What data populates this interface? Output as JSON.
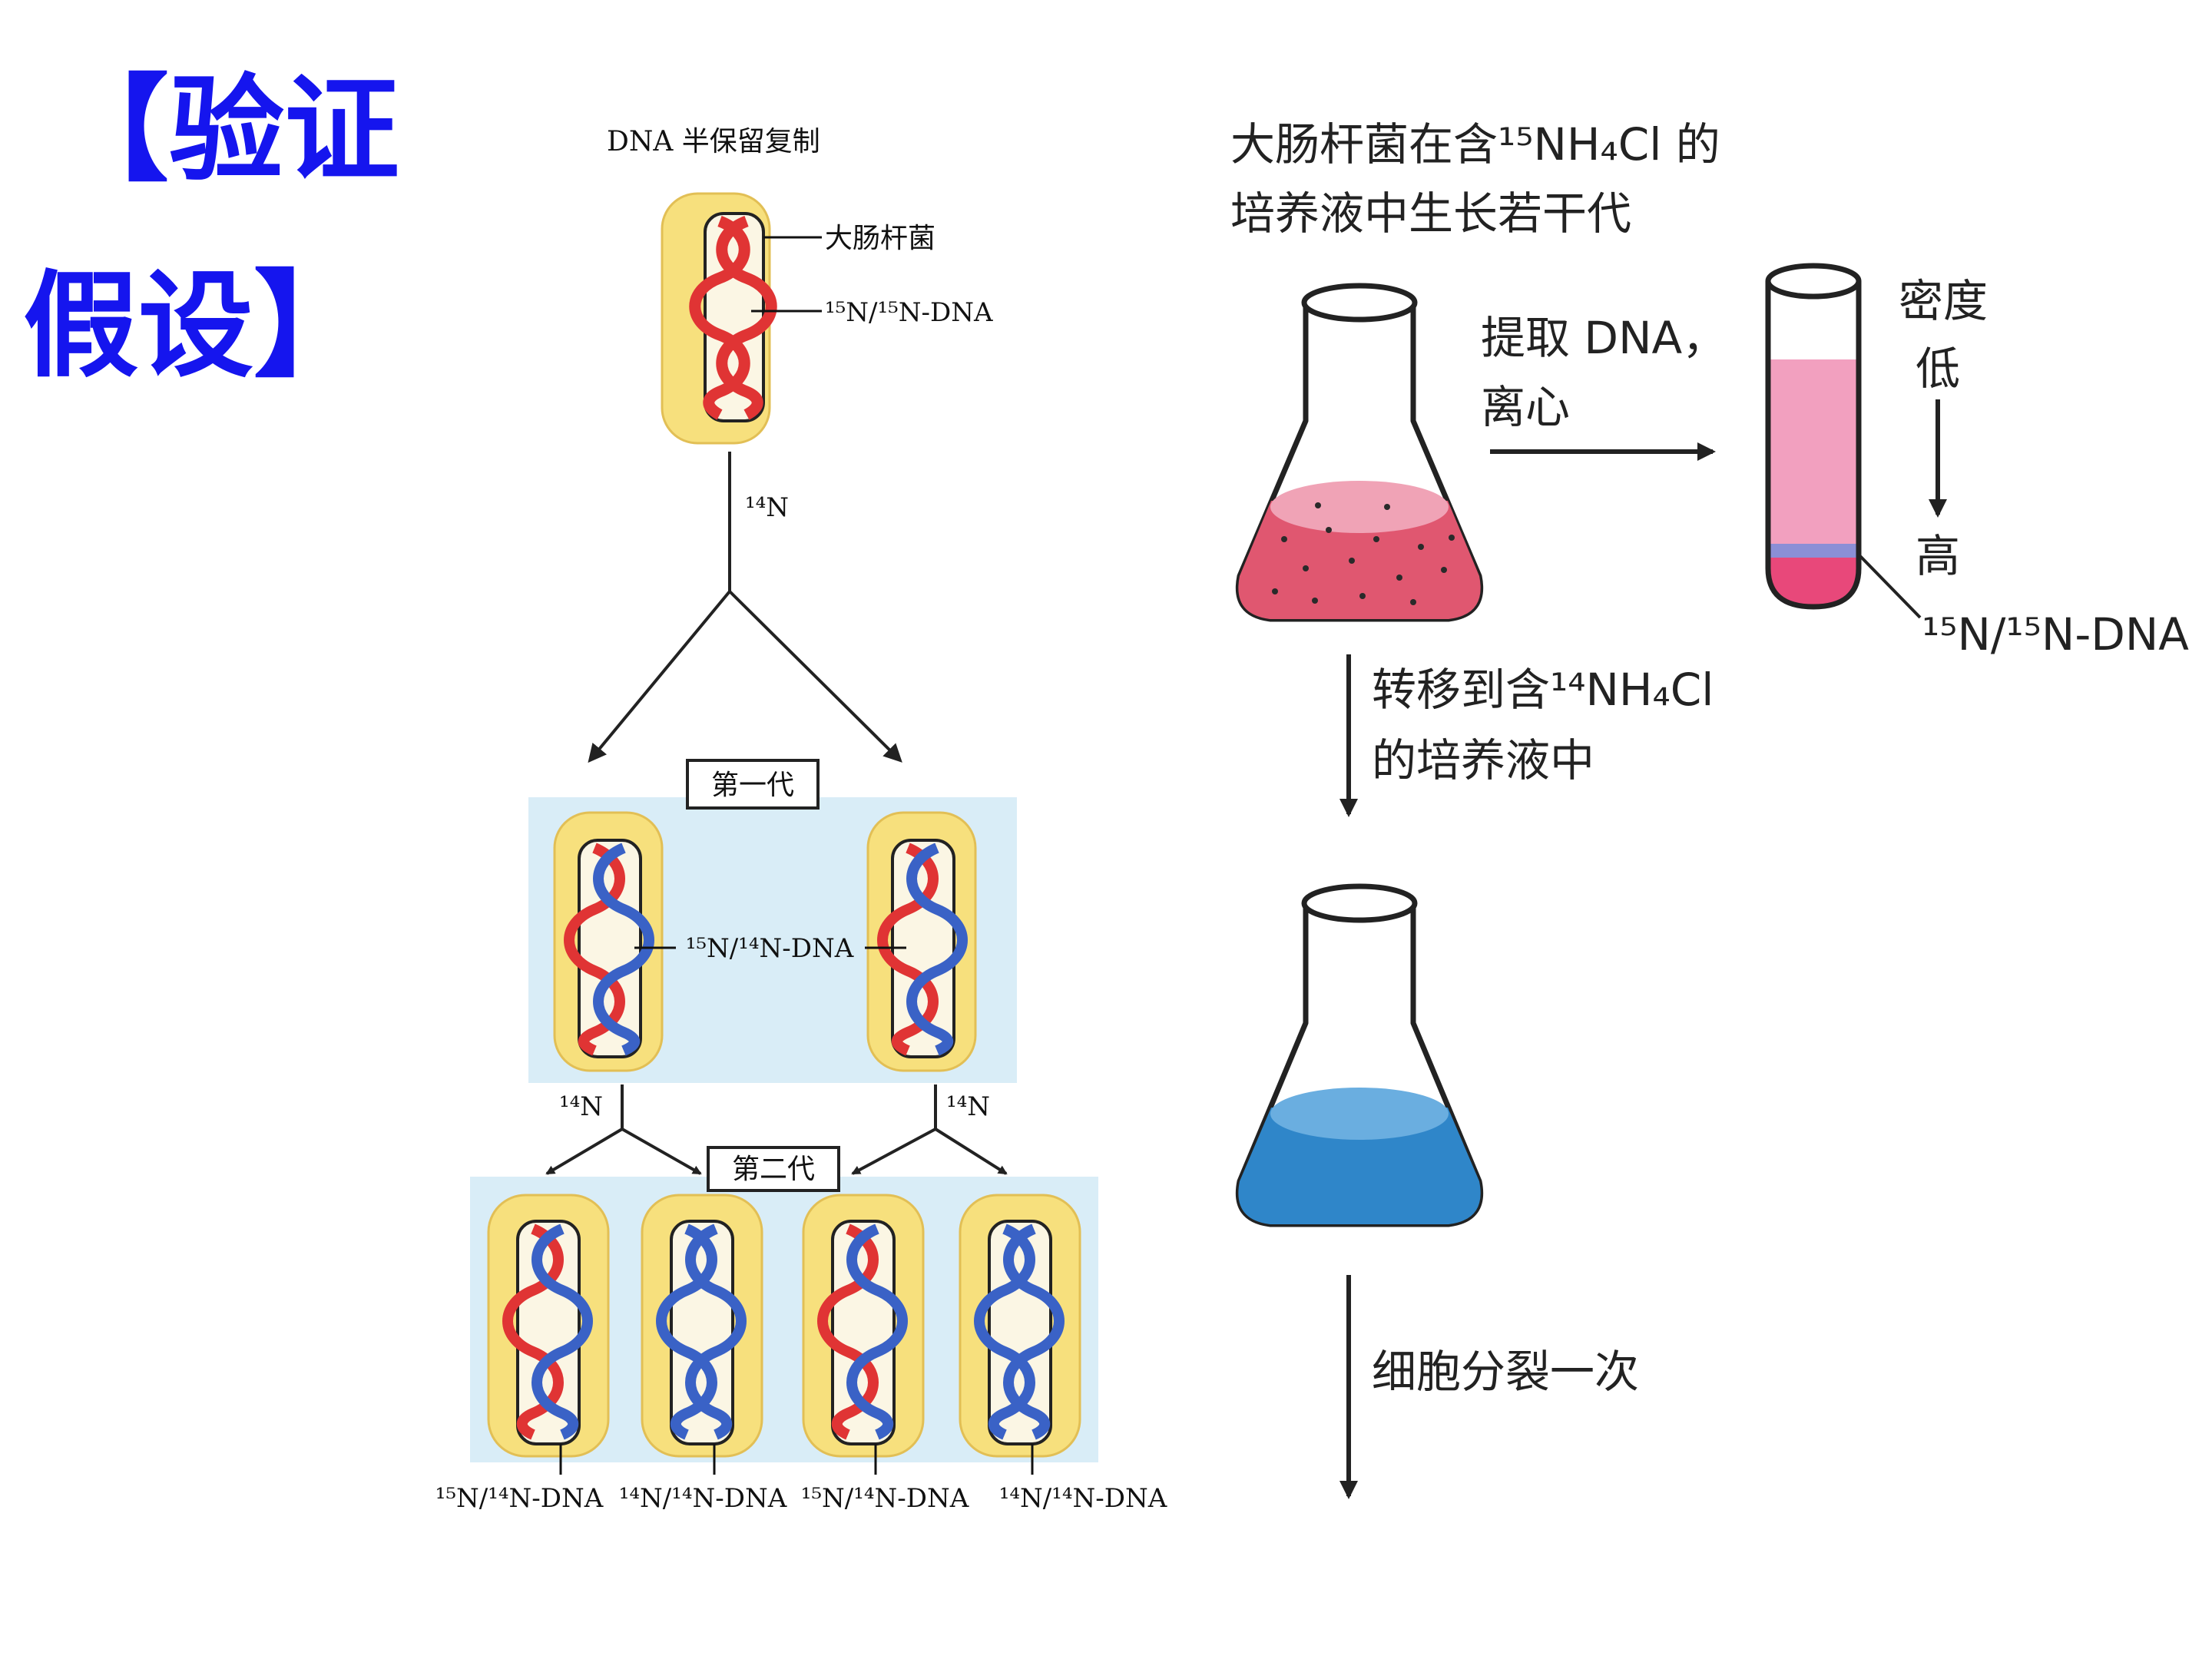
{
  "heading": {
    "line1": "【验证",
    "line2": "假设】"
  },
  "left_diagram": {
    "title": "DNA 半保留复制",
    "parent_label_ecoli": "大肠杆菌",
    "parent_label_dna": "¹⁵N/¹⁵N-DNA",
    "medium_label_a": "¹⁴N",
    "medium_label_b": "¹⁴N",
    "medium_label_c": "¹⁴N",
    "gen1_label": "第一代",
    "gen1_dna_label": "¹⁵N/¹⁴N-DNA",
    "gen2_label": "第二代",
    "gen2_dna_labels": [
      "¹⁵N/¹⁴N-DNA",
      "¹⁴N/¹⁴N-DNA",
      "¹⁵N/¹⁴N-DNA",
      "¹⁴N/¹⁴N-DNA"
    ]
  },
  "right_diagram": {
    "culture_line1": "大肠杆菌在含¹⁵NH₄Cl 的",
    "culture_line2": "培养液中生长若干代",
    "extract_line1": "提取 DNA，",
    "extract_line2": "离心",
    "density_label_1": "密度",
    "density_label_2": "低",
    "density_label_3": "高",
    "band_label": "¹⁵N/¹⁵N-DNA",
    "transfer_line1": "转移到含¹⁴NH₄Cl",
    "transfer_line2": "的培养液中",
    "division_label": "细胞分裂一次"
  },
  "colors": {
    "heading": "#1515ee",
    "heavy_strand": "#e03434",
    "light_strand": "#3a62c6",
    "cell_wall": "#f7e07d",
    "gen_background": "#d9edf7",
    "medium_15n": "#e05770",
    "medium_14n": "#2f86c9"
  },
  "icons": [
    "ecoli-cell-icon",
    "erlenmeyer-flask-icon",
    "centrifuge-tube-icon",
    "arrow-icon"
  ]
}
